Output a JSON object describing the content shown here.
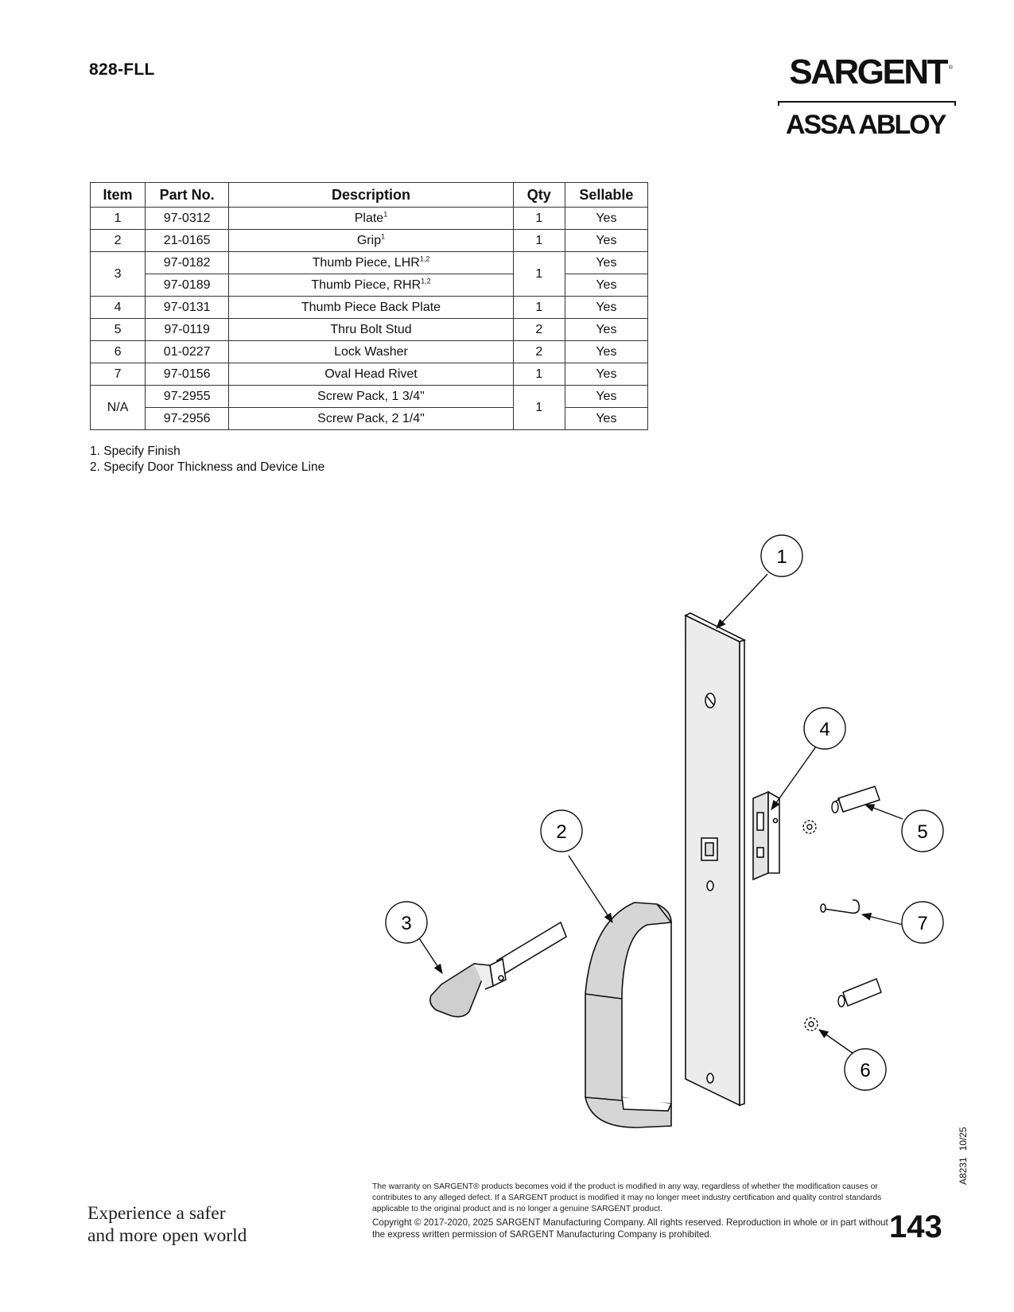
{
  "document": {
    "title": "828-FLL",
    "brand": {
      "top": "SARGENT",
      "reg": "®",
      "bottom": "ASSA ABLOY"
    }
  },
  "table": {
    "headers": {
      "item": "Item",
      "part_no": "Part No.",
      "description": "Description",
      "qty": "Qty",
      "sellable": "Sellable"
    },
    "rows": [
      {
        "item": "1",
        "part_no": "97-0312",
        "description": "Plate",
        "note": "1",
        "qty": "1",
        "sellable": "Yes"
      },
      {
        "item": "2",
        "part_no": "21-0165",
        "description": "Grip",
        "note": "1",
        "qty": "1",
        "sellable": "Yes"
      },
      {
        "item": "3",
        "part_no": "97-0182",
        "description": "Thumb Piece, LHR",
        "note": "1,2",
        "qty": "1",
        "sellable": "Yes"
      },
      {
        "part_no": "97-0189",
        "description": "Thumb Piece, RHR",
        "note": "1,2",
        "sellable": "Yes"
      },
      {
        "item": "4",
        "part_no": "97-0131",
        "description": "Thumb Piece Back Plate",
        "qty": "1",
        "sellable": "Yes"
      },
      {
        "item": "5",
        "part_no": "97-0119",
        "description": "Thru Bolt Stud",
        "qty": "2",
        "sellable": "Yes"
      },
      {
        "item": "6",
        "part_no": "01-0227",
        "description": "Lock Washer",
        "qty": "2",
        "sellable": "Yes"
      },
      {
        "item": "7",
        "part_no": "97-0156",
        "description": "Oval Head Rivet",
        "qty": "1",
        "sellable": "Yes"
      },
      {
        "item": "N/A",
        "part_no": "97-2955",
        "description": "Screw Pack, 1 3/4\"",
        "qty": "1",
        "sellable": "Yes"
      },
      {
        "part_no": "97-2956",
        "description": "Screw Pack, 2 1/4\"",
        "sellable": "Yes"
      }
    ]
  },
  "notes": [
    "1. Specify Finish",
    "2. Specify Door Thickness and Device Line"
  ],
  "drawing": {
    "callouts": [
      "1",
      "2",
      "3",
      "4",
      "5",
      "6",
      "7"
    ]
  },
  "footer": {
    "doc_code": "A8231",
    "doc_date": "10/25",
    "tagline_line1": "Experience a safer",
    "tagline_line2": "and more open world",
    "warranty": "The warranty on SARGENT® products becomes void if the product is modified in any way, regardless of whether the modification causes or contributes to any alleged defect. If a SARGENT product is modified it may no longer meet industry certification and quality control standards applicable to the original product and is no longer a genuine SARGENT product.",
    "copyright": "Copyright © 2017-2020, 2025 SARGENT Manufacturing Company. All rights reserved. Reproduction in whole or in part without the express written permission of SARGENT Manufacturing Company is prohibited.",
    "page_number": "143"
  }
}
